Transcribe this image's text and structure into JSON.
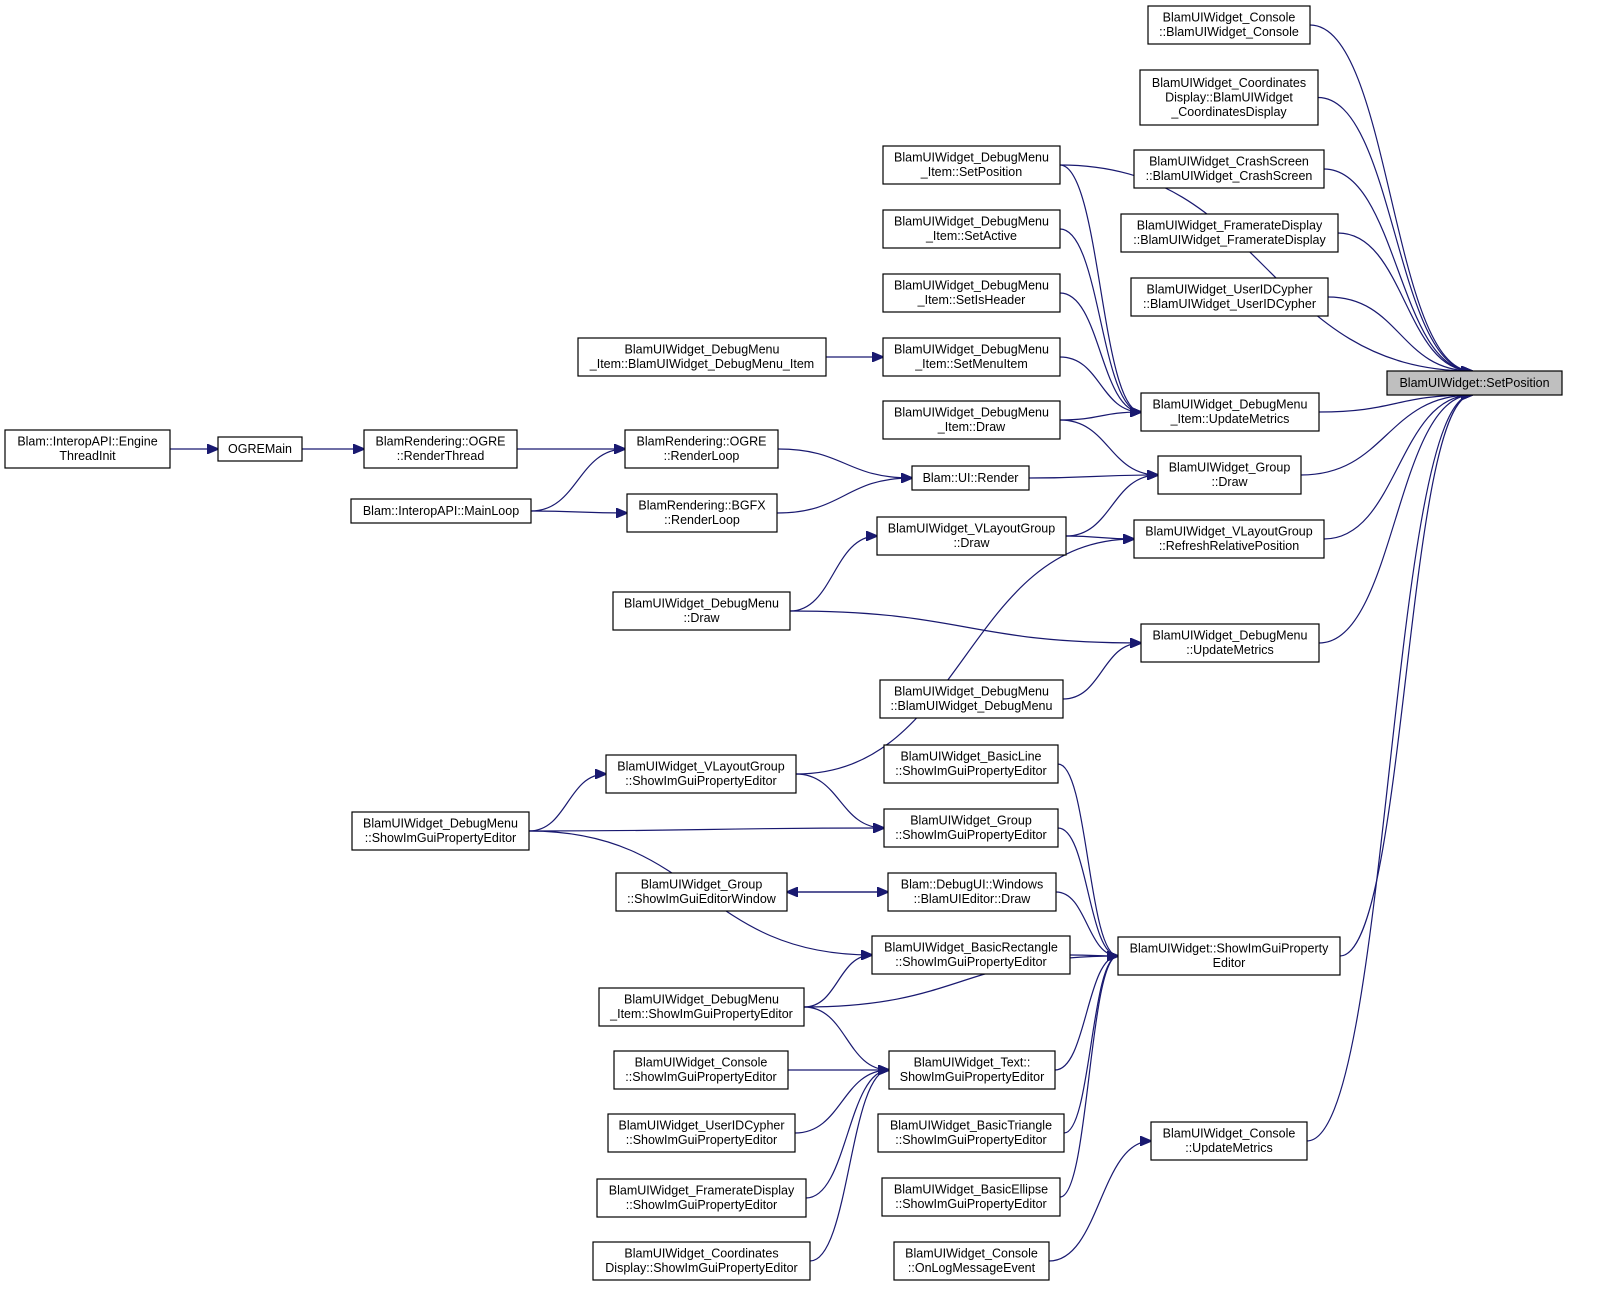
{
  "graph": {
    "edge_color": "#191970",
    "focus_fill": "#bfbfbf",
    "nodes": [
      {
        "id": "setposition",
        "lines": [
          "BlamUIWidget::SetPosition"
        ],
        "focus": true
      },
      {
        "id": "console_ctor",
        "lines": [
          "BlamUIWidget_Console",
          "::BlamUIWidget_Console"
        ]
      },
      {
        "id": "coords_ctor",
        "lines": [
          "BlamUIWidget_Coordinates",
          "Display::BlamUIWidget",
          "_CoordinatesDisplay"
        ]
      },
      {
        "id": "crash_ctor",
        "lines": [
          "BlamUIWidget_CrashScreen",
          "::BlamUIWidget_CrashScreen"
        ]
      },
      {
        "id": "framerate_ctor",
        "lines": [
          "BlamUIWidget_FramerateDisplay",
          "::BlamUIWidget_FramerateDisplay"
        ]
      },
      {
        "id": "useridc_ctor",
        "lines": [
          "BlamUIWidget_UserIDCypher",
          "::BlamUIWidget_UserIDCypher"
        ]
      },
      {
        "id": "dmi_setposition",
        "lines": [
          "BlamUIWidget_DebugMenu",
          "_Item::SetPosition"
        ]
      },
      {
        "id": "dmi_setactive",
        "lines": [
          "BlamUIWidget_DebugMenu",
          "_Item::SetActive"
        ]
      },
      {
        "id": "dmi_setisheader",
        "lines": [
          "BlamUIWidget_DebugMenu",
          "_Item::SetIsHeader"
        ]
      },
      {
        "id": "dmi_setmenuitem",
        "lines": [
          "BlamUIWidget_DebugMenu",
          "_Item::SetMenuItem"
        ]
      },
      {
        "id": "dmi_ctor",
        "lines": [
          "BlamUIWidget_DebugMenu",
          "_Item::BlamUIWidget_DebugMenu_Item"
        ]
      },
      {
        "id": "dmi_updatemetrics",
        "lines": [
          "BlamUIWidget_DebugMenu",
          "_Item::UpdateMetrics"
        ]
      },
      {
        "id": "dmi_draw",
        "lines": [
          "BlamUIWidget_DebugMenu",
          "_Item::Draw"
        ]
      },
      {
        "id": "engine_threadinit",
        "lines": [
          "Blam::InteropAPI::Engine",
          "ThreadInit"
        ]
      },
      {
        "id": "ogremain",
        "lines": [
          "OGREMain"
        ]
      },
      {
        "id": "ogre_renderthread",
        "lines": [
          "BlamRendering::OGRE",
          "::RenderThread"
        ]
      },
      {
        "id": "ogre_renderloop",
        "lines": [
          "BlamRendering::OGRE",
          "::RenderLoop"
        ]
      },
      {
        "id": "mainloop",
        "lines": [
          "Blam::InteropAPI::MainLoop"
        ]
      },
      {
        "id": "bgfx_renderloop",
        "lines": [
          "BlamRendering::BGFX",
          "::RenderLoop"
        ]
      },
      {
        "id": "ui_render",
        "lines": [
          "Blam::UI::Render"
        ]
      },
      {
        "id": "group_draw",
        "lines": [
          "BlamUIWidget_Group",
          "::Draw"
        ]
      },
      {
        "id": "vlayout_draw",
        "lines": [
          "BlamUIWidget_VLayoutGroup",
          "::Draw"
        ]
      },
      {
        "id": "vlayout_refresh",
        "lines": [
          "BlamUIWidget_VLayoutGroup",
          "::RefreshRelativePosition"
        ]
      },
      {
        "id": "dm_draw",
        "lines": [
          "BlamUIWidget_DebugMenu",
          "::Draw"
        ]
      },
      {
        "id": "dm_updatemetrics",
        "lines": [
          "BlamUIWidget_DebugMenu",
          "::UpdateMetrics"
        ]
      },
      {
        "id": "dm_ctor",
        "lines": [
          "BlamUIWidget_DebugMenu",
          "::BlamUIWidget_DebugMenu"
        ]
      },
      {
        "id": "vlayout_show",
        "lines": [
          "BlamUIWidget_VLayoutGroup",
          "::ShowImGuiPropertyEditor"
        ]
      },
      {
        "id": "basicline_show",
        "lines": [
          "BlamUIWidget_BasicLine",
          "::ShowImGuiPropertyEditor"
        ]
      },
      {
        "id": "dm_show",
        "lines": [
          "BlamUIWidget_DebugMenu",
          "::ShowImGuiPropertyEditor"
        ]
      },
      {
        "id": "group_show",
        "lines": [
          "BlamUIWidget_Group",
          "::ShowImGuiPropertyEditor"
        ]
      },
      {
        "id": "group_editorwindow",
        "lines": [
          "BlamUIWidget_Group",
          "::ShowImGuiEditorWindow"
        ]
      },
      {
        "id": "uieditor_draw",
        "lines": [
          "Blam::DebugUI::Windows",
          "::BlamUIEditor::Draw"
        ]
      },
      {
        "id": "widget_show",
        "lines": [
          "BlamUIWidget::ShowImGuiProperty",
          "Editor"
        ]
      },
      {
        "id": "basicrect_show",
        "lines": [
          "BlamUIWidget_BasicRectangle",
          "::ShowImGuiPropertyEditor"
        ]
      },
      {
        "id": "dmi_show",
        "lines": [
          "BlamUIWidget_DebugMenu",
          "_Item::ShowImGuiPropertyEditor"
        ]
      },
      {
        "id": "console_show",
        "lines": [
          "BlamUIWidget_Console",
          "::ShowImGuiPropertyEditor"
        ]
      },
      {
        "id": "text_show",
        "lines": [
          "BlamUIWidget_Text::",
          "ShowImGuiPropertyEditor"
        ]
      },
      {
        "id": "useridc_show",
        "lines": [
          "BlamUIWidget_UserIDCypher",
          "::ShowImGuiPropertyEditor"
        ]
      },
      {
        "id": "basictri_show",
        "lines": [
          "BlamUIWidget_BasicTriangle",
          "::ShowImGuiPropertyEditor"
        ]
      },
      {
        "id": "console_updatemetrics",
        "lines": [
          "BlamUIWidget_Console",
          "::UpdateMetrics"
        ]
      },
      {
        "id": "framerate_show",
        "lines": [
          "BlamUIWidget_FramerateDisplay",
          "::ShowImGuiPropertyEditor"
        ]
      },
      {
        "id": "basicellipse_show",
        "lines": [
          "BlamUIWidget_BasicEllipse",
          "::ShowImGuiPropertyEditor"
        ]
      },
      {
        "id": "coords_show",
        "lines": [
          "BlamUIWidget_Coordinates",
          "Display::ShowImGuiPropertyEditor"
        ]
      },
      {
        "id": "console_onlog",
        "lines": [
          "BlamUIWidget_Console",
          "::OnLogMessageEvent"
        ]
      }
    ],
    "edges": [
      {
        "from": "console_ctor",
        "to": "setposition"
      },
      {
        "from": "coords_ctor",
        "to": "setposition"
      },
      {
        "from": "crash_ctor",
        "to": "setposition"
      },
      {
        "from": "framerate_ctor",
        "to": "setposition"
      },
      {
        "from": "useridc_ctor",
        "to": "setposition"
      },
      {
        "from": "dmi_setposition",
        "to": "setposition"
      },
      {
        "from": "dmi_updatemetrics",
        "to": "setposition"
      },
      {
        "from": "group_draw",
        "to": "setposition"
      },
      {
        "from": "vlayout_refresh",
        "to": "setposition"
      },
      {
        "from": "dm_updatemetrics",
        "to": "setposition"
      },
      {
        "from": "widget_show",
        "to": "setposition"
      },
      {
        "from": "console_updatemetrics",
        "to": "setposition"
      },
      {
        "from": "dmi_setposition",
        "to": "dmi_updatemetrics"
      },
      {
        "from": "dmi_setactive",
        "to": "dmi_updatemetrics"
      },
      {
        "from": "dmi_setisheader",
        "to": "dmi_updatemetrics"
      },
      {
        "from": "dmi_setmenuitem",
        "to": "dmi_updatemetrics"
      },
      {
        "from": "dmi_draw",
        "to": "dmi_updatemetrics"
      },
      {
        "from": "dmi_ctor",
        "to": "dmi_setmenuitem"
      },
      {
        "from": "dmi_draw",
        "to": "group_draw"
      },
      {
        "from": "engine_threadinit",
        "to": "ogremain"
      },
      {
        "from": "ogremain",
        "to": "ogre_renderthread"
      },
      {
        "from": "ogre_renderthread",
        "to": "ogre_renderloop"
      },
      {
        "from": "mainloop",
        "to": "ogre_renderloop"
      },
      {
        "from": "mainloop",
        "to": "bgfx_renderloop"
      },
      {
        "from": "ogre_renderloop",
        "to": "ui_render"
      },
      {
        "from": "bgfx_renderloop",
        "to": "ui_render"
      },
      {
        "from": "ui_render",
        "to": "group_draw"
      },
      {
        "from": "vlayout_draw",
        "to": "group_draw"
      },
      {
        "from": "vlayout_draw",
        "to": "vlayout_refresh"
      },
      {
        "from": "dm_draw",
        "to": "vlayout_draw"
      },
      {
        "from": "dm_draw",
        "to": "dm_updatemetrics"
      },
      {
        "from": "dm_ctor",
        "to": "dm_updatemetrics"
      },
      {
        "from": "vlayout_show",
        "to": "vlayout_refresh"
      },
      {
        "from": "vlayout_show",
        "to": "group_show"
      },
      {
        "from": "dm_show",
        "to": "vlayout_show"
      },
      {
        "from": "dm_show",
        "to": "group_show"
      },
      {
        "from": "dm_show",
        "to": "basicrect_show"
      },
      {
        "from": "basicline_show",
        "to": "widget_show"
      },
      {
        "from": "group_show",
        "to": "widget_show"
      },
      {
        "from": "uieditor_draw",
        "to": "group_editorwindow"
      },
      {
        "from": "group_editorwindow",
        "to": "uieditor_draw"
      },
      {
        "from": "uieditor_draw",
        "to": "widget_show"
      },
      {
        "from": "basicrect_show",
        "to": "widget_show"
      },
      {
        "from": "dmi_show",
        "to": "basicrect_show"
      },
      {
        "from": "dmi_show",
        "to": "widget_show"
      },
      {
        "from": "dmi_show",
        "to": "text_show"
      },
      {
        "from": "text_show",
        "to": "widget_show"
      },
      {
        "from": "console_show",
        "to": "text_show"
      },
      {
        "from": "useridc_show",
        "to": "text_show"
      },
      {
        "from": "framerate_show",
        "to": "text_show"
      },
      {
        "from": "coords_show",
        "to": "text_show"
      },
      {
        "from": "basictri_show",
        "to": "widget_show"
      },
      {
        "from": "basicellipse_show",
        "to": "widget_show"
      },
      {
        "from": "console_onlog",
        "to": "console_updatemetrics"
      }
    ]
  }
}
